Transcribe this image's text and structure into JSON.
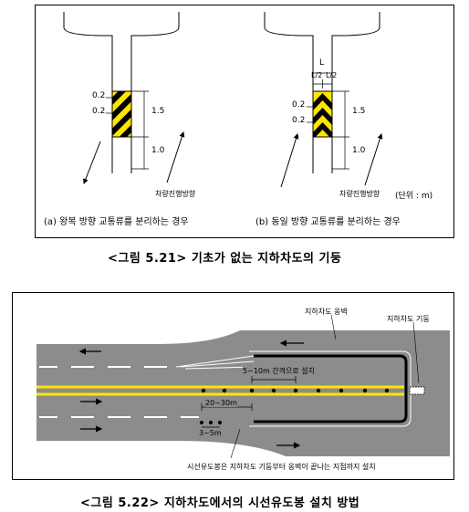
{
  "figure_1": {
    "caption": "<그림 5.21> 기초가 없는 지하차도의 기둥",
    "panel_a": {
      "caption": "(a) 왕복 방향 교통류를 분리하는 경우",
      "stripe_labels": [
        "0.2",
        "0.2"
      ],
      "dim_upper": "1.5",
      "dim_lower": "1.0",
      "direction_label": "차량진행방향"
    },
    "panel_b": {
      "caption": "(b) 동일 방향 교통류를 분리하는 경우",
      "width_label": "L",
      "half_labels": [
        "L/2",
        "L/2"
      ],
      "stripe_labels": [
        "0.2",
        "0.2"
      ],
      "dim_upper": "1.5",
      "dim_lower": "1.0",
      "direction_label": "차량진행방향"
    },
    "unit_label": "(단위 : m)"
  },
  "figure_2": {
    "caption": "<그림 5.22> 지하차도에서의 시선유도봉 설치 방법",
    "label_wall": "지하차도 옹벽",
    "label_pillar": "지하차도 기둥",
    "label_spacing_tunnel": "5~10m 간격으로 설치",
    "label_spacing_approach": "20~30m",
    "label_spacing_short": "3~5m",
    "label_install_note": "시선유도봉은 지하차도 기둥부터 옹벽이 끝나는 지점까지 설치"
  },
  "colors": {
    "road": "#8c8c8c",
    "yellow": "#ffe500",
    "black": "#000000"
  }
}
